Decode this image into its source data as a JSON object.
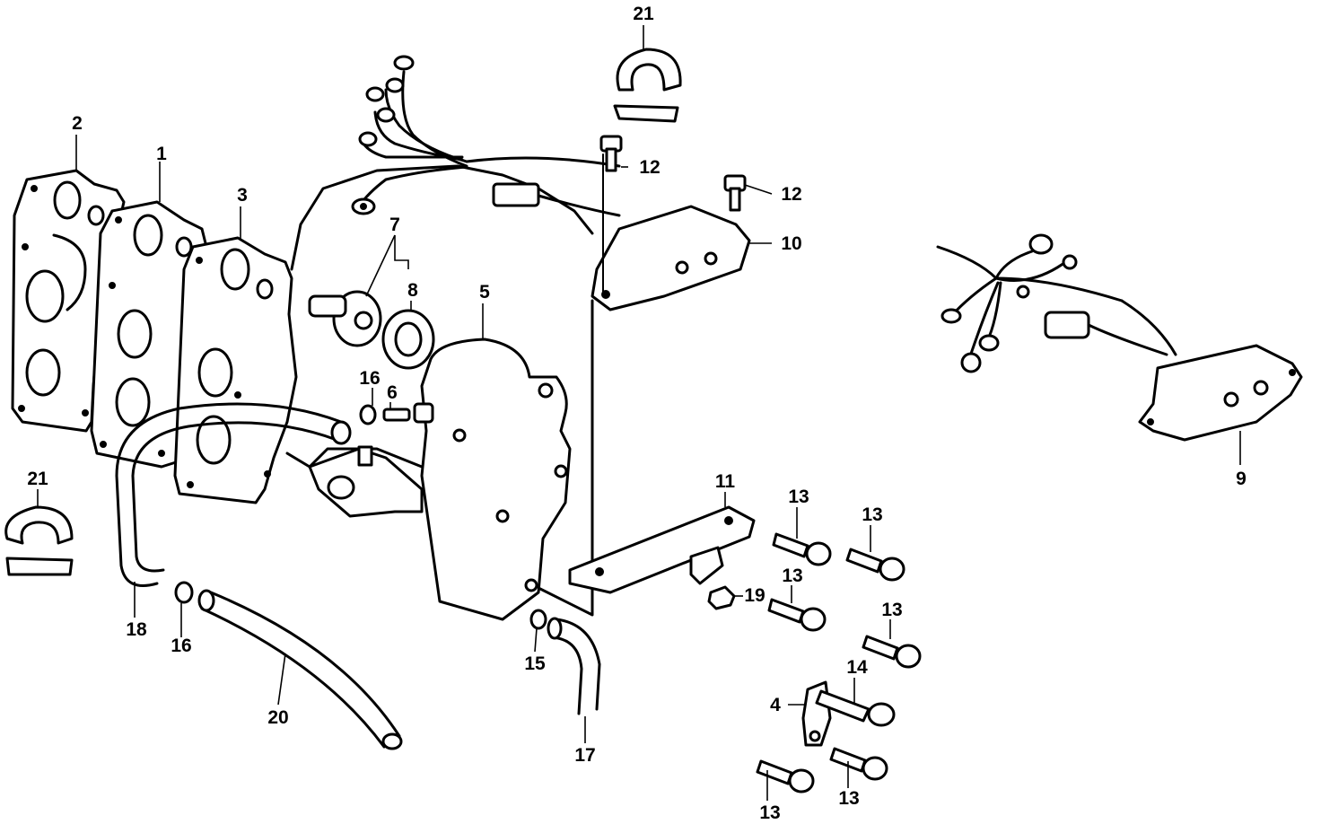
{
  "callouts": {
    "c1": "1",
    "c2": "2",
    "c3": "3",
    "c4": "4",
    "c5": "5",
    "c6": "6",
    "c7": "7",
    "c8": "8",
    "c9": "9",
    "c10": "10",
    "c11": "11",
    "c12a": "12",
    "c12b": "12",
    "c13a": "13",
    "c13b": "13",
    "c13c": "13",
    "c13d": "13",
    "c13e": "13",
    "c13f": "13",
    "c14": "14",
    "c15": "15",
    "c16a": "16",
    "c16b": "16",
    "c17": "17",
    "c18": "18",
    "c19": "19",
    "c20": "20",
    "c21a": "21",
    "c21b": "21"
  }
}
